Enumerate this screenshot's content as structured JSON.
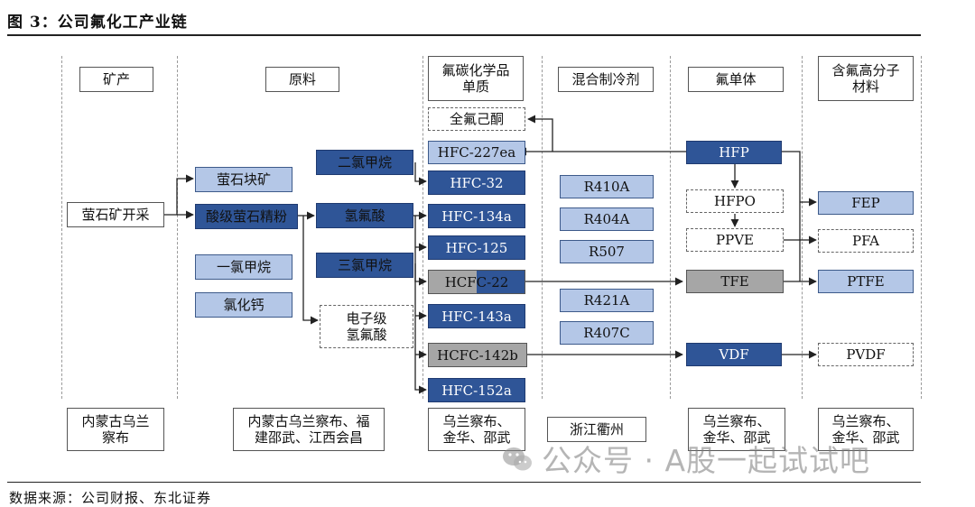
{
  "title": "图 3：公司氟化工产业链",
  "source": "数据来源：公司财报、东北证券",
  "watermark": "公众号 · A股一起试试吧",
  "headers": [
    "矿产",
    "原料",
    "氟碳化学品\n单质",
    "混合制冷剂",
    "氟单体",
    "含氟高分子\n材料"
  ],
  "mineral": {
    "source": "萤石矿开采"
  },
  "raw": {
    "lump": "萤石块矿",
    "acid_grade": "酸级萤石精粉",
    "monochloromethane": "一氯甲烷",
    "calcium_chloride": "氯化钙"
  },
  "intermediate": {
    "dichloromethane": "二氯甲烷",
    "hf": "氢氟酸",
    "trichloromethane": "三氯甲烷",
    "electronic_hf": "电子级\n氢氟酸"
  },
  "fluorocarbons": {
    "perfluorohexanone": "全氟己酮",
    "hfc227ea": "HFC-227ea",
    "hfc32": "HFC-32",
    "hfc134a": "HFC-134a",
    "hfc125": "HFC-125",
    "hcfc22": "HCFC-22",
    "hfc143a": "HFC-143a",
    "hcfc142b": "HCFC-142b",
    "hfc152a": "HFC-152a"
  },
  "refrigerants": [
    "R410A",
    "R404A",
    "R507",
    "R421A",
    "R407C"
  ],
  "monomers": {
    "hfp": "HFP",
    "hfpo": "HFPO",
    "ppve": "PPVE",
    "tfe": "TFE",
    "vdf": "VDF"
  },
  "polymers": {
    "fep": "FEP",
    "pfa": "PFA",
    "ptfe": "PTFE",
    "pvdf": "PVDF"
  },
  "locations": [
    "内蒙古乌兰\n察布",
    "内蒙古乌兰察布、福\n建邵武、江西会昌",
    "乌兰察布、\n金华、邵武",
    "浙江衢州",
    "乌兰察布、\n金华、邵武",
    "乌兰察布、\n金华、邵武"
  ]
}
